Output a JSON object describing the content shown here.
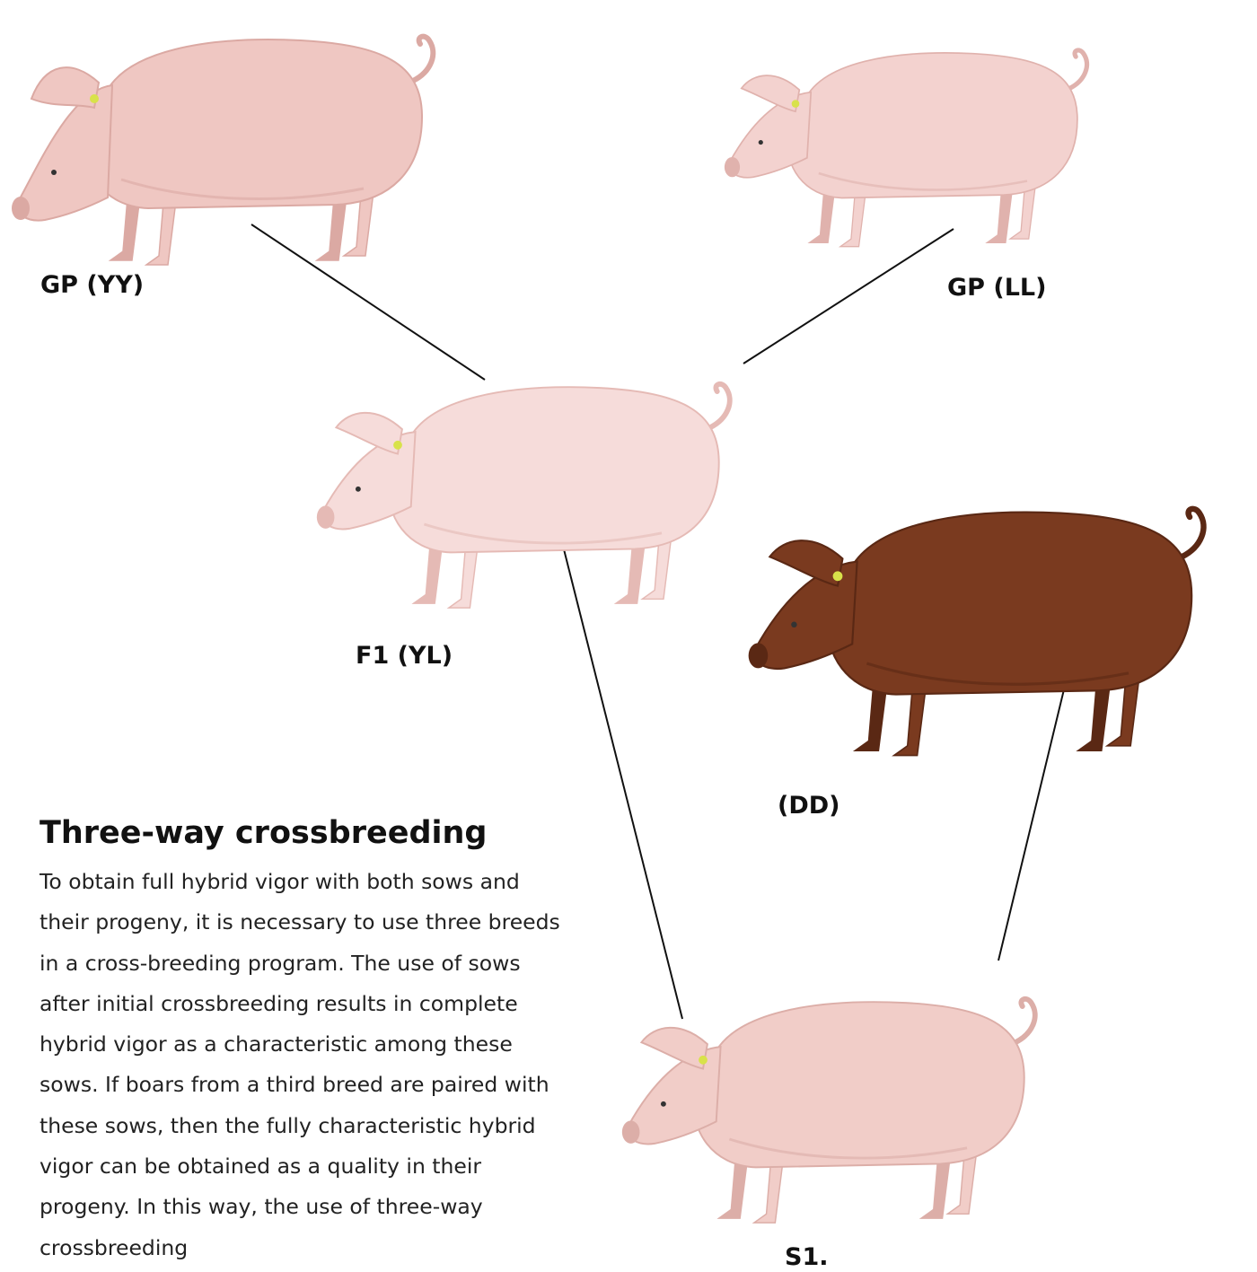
{
  "nodes": [
    {
      "id": "gp-yy",
      "label": "GP (YY)",
      "color": "#efc7c2",
      "shade": "#dba9a3"
    },
    {
      "id": "gp-ll",
      "label": "GP (LL)",
      "color": "#f3d2cf",
      "shade": "#e0b2ad"
    },
    {
      "id": "f1-yl",
      "label": "F1 (YL)",
      "color": "#f6dcda",
      "shade": "#e5bab5"
    },
    {
      "id": "dd",
      "label": "(DD)",
      "color": "#7a3a1f",
      "shade": "#5a2814"
    },
    {
      "id": "s1",
      "label": "S1.",
      "color": "#f1cdc8",
      "shade": "#dcaea8"
    }
  ],
  "edges": [
    {
      "from": "gp-yy",
      "to": "f1-yl"
    },
    {
      "from": "gp-ll",
      "to": "f1-yl"
    },
    {
      "from": "f1-yl",
      "to": "s1"
    },
    {
      "from": "dd",
      "to": "s1"
    }
  ],
  "article": {
    "heading": "Three-way crossbreeding",
    "body": "To obtain full hybrid vigor with both sows and their progeny, it is necessary to use three breeds in a cross-breeding program. The use of sows after initial crossbreeding results in complete hybrid vigor as a characteristic among these sows. If boars from a third breed are paired with these sows, then the fully characteristic hybrid vigor can be obtained as a quality in their progeny. In this way, the use of three-way crossbreeding"
  }
}
